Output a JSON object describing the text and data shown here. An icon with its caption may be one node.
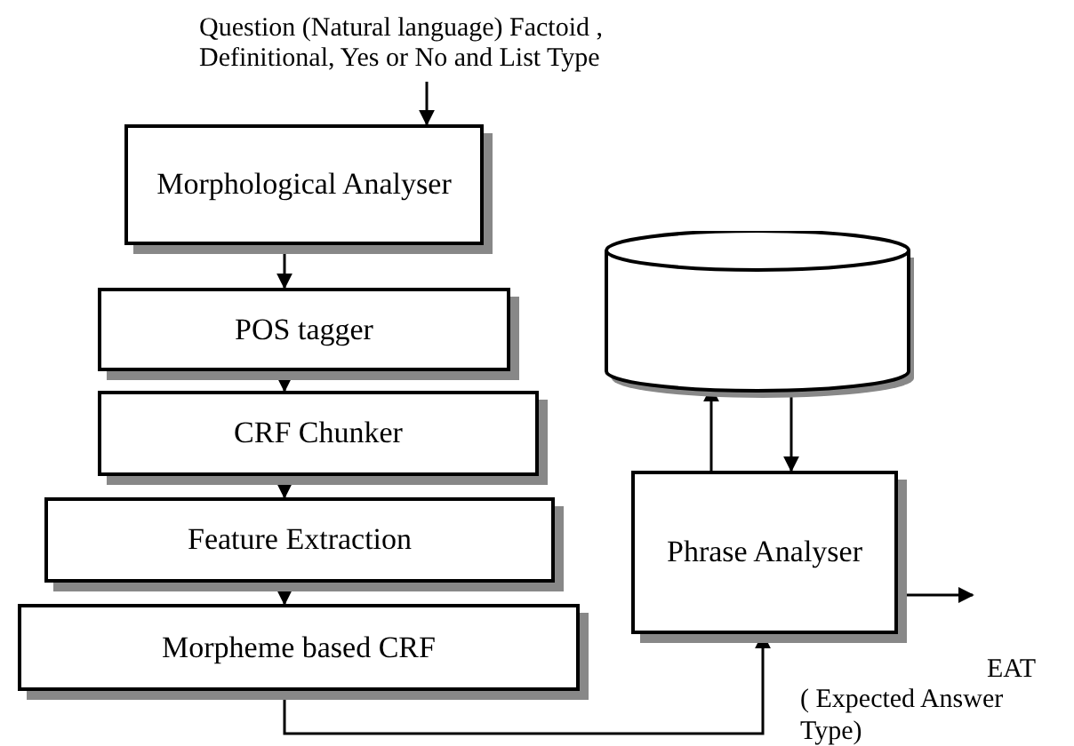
{
  "diagram": {
    "nodes": [
      {
        "text": [
          "Question (Natural language) Factoid , Definitional, Yes or No and List Type"
        ]
      },
      {
        "text": [
          "Morphological Analyser"
        ]
      },
      {
        "text": [
          "POS tagger"
        ]
      },
      {
        "text": [
          "CRF Chunker"
        ]
      },
      {
        "text": [
          "Feature Extraction"
        ]
      },
      {
        "text": [
          "Morpheme based CRF"
        ]
      },
      {
        "text": [],
        "shape": "cylinder"
      },
      {
        "text": [
          "Phrase Analyser"
        ]
      },
      {
        "text": [
          "EAT",
          "( Expected Answer Type)"
        ]
      }
    ],
    "edges": [
      {
        "from": 0,
        "to": 1,
        "arrow": "to"
      },
      {
        "from": 1,
        "to": 2,
        "arrow": "to"
      },
      {
        "from": 2,
        "to": 3,
        "arrow": "to"
      },
      {
        "from": 3,
        "to": 4,
        "arrow": "to"
      },
      {
        "from": 4,
        "to": 5,
        "arrow": "to"
      },
      {
        "from": 5,
        "to": 7,
        "arrow": "to"
      },
      {
        "from": 7,
        "to": 6,
        "arrow": "to"
      },
      {
        "from": 6,
        "to": 7,
        "arrow": "to"
      },
      {
        "from": 7,
        "to": 8,
        "arrow": "to"
      }
    ]
  }
}
